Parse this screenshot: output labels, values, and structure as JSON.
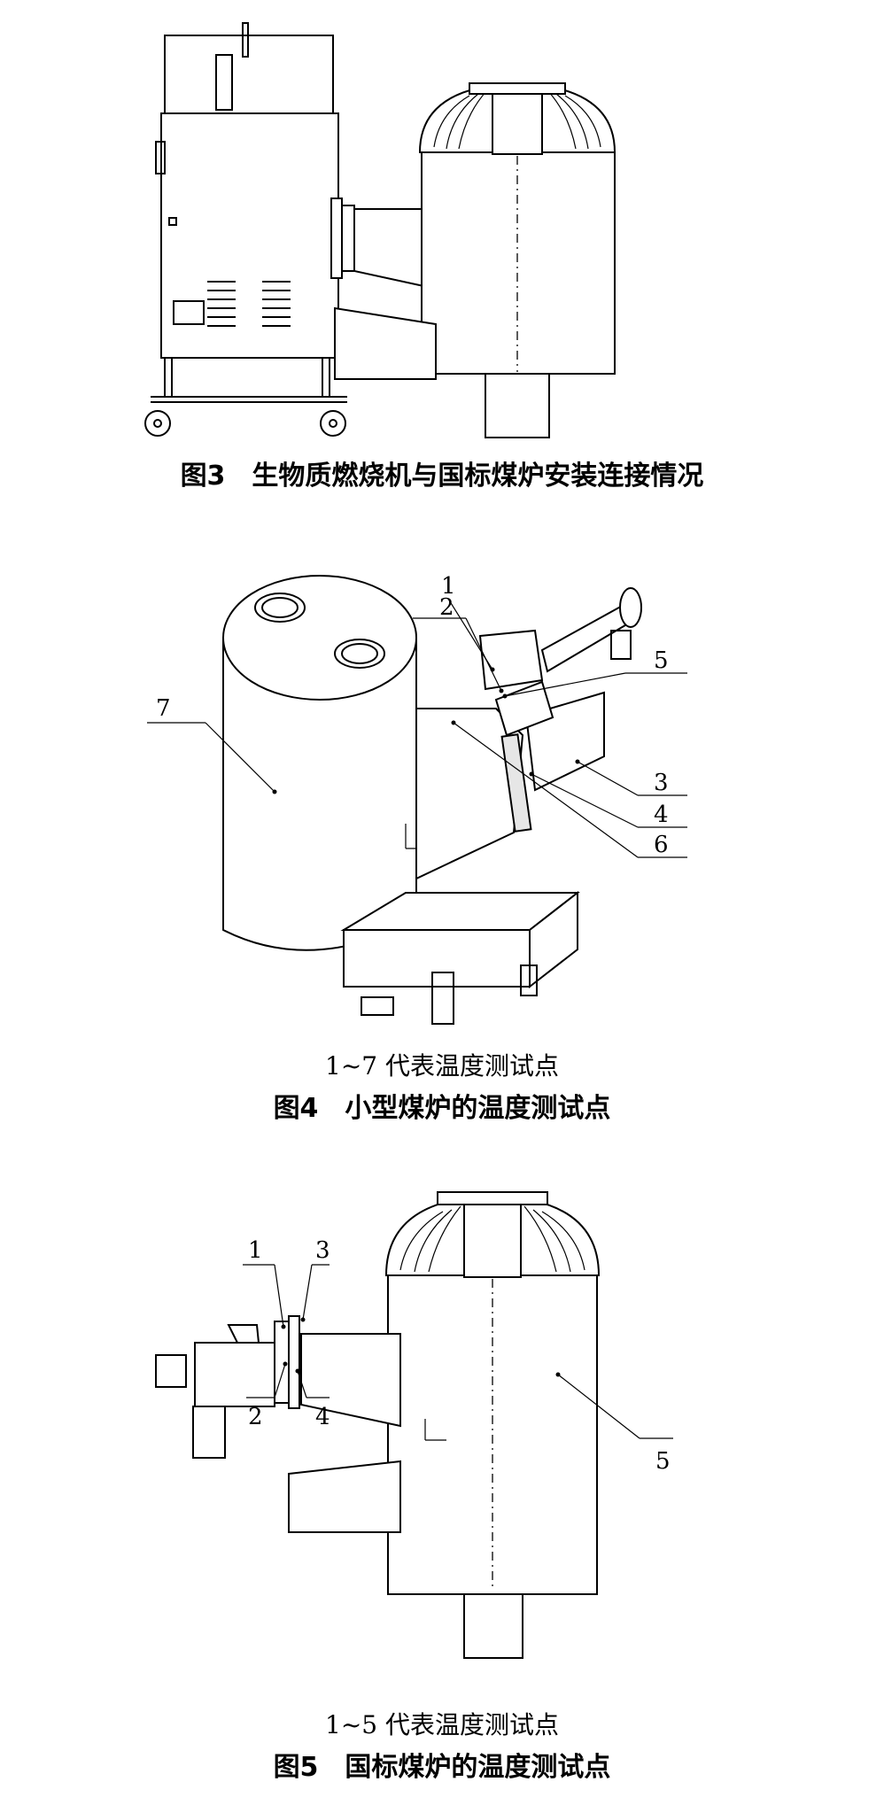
{
  "figure3": {
    "caption": "图3　生物质燃烧机与国标煤炉安装连接情况"
  },
  "figure4": {
    "caption": "图4　小型煤炉的温度测试点",
    "subcaption": "1~7 代表温度测试点",
    "points": [
      "1",
      "2",
      "3",
      "4",
      "5",
      "6",
      "7"
    ]
  },
  "figure5": {
    "caption": "图5　国标煤炉的温度测试点",
    "subcaption": "1~5 代表温度测试点",
    "points": [
      "1",
      "2",
      "3",
      "4",
      "5"
    ]
  }
}
